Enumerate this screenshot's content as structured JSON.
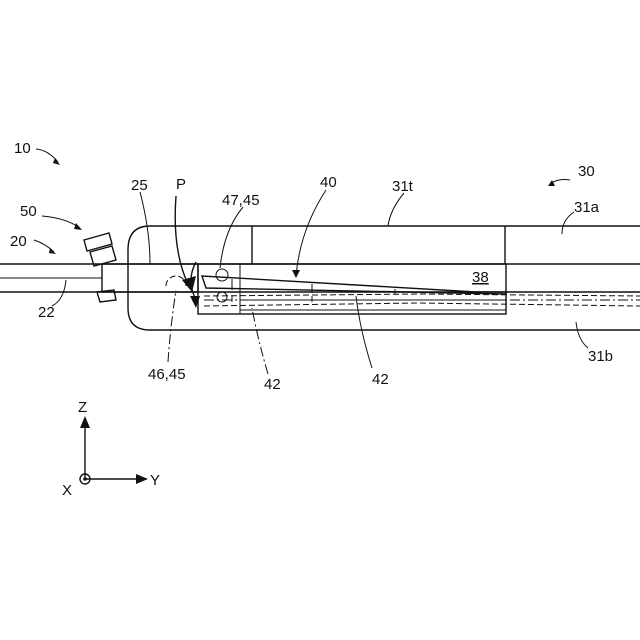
{
  "labels": {
    "assembly": "10",
    "housing": "30",
    "body_part": "20",
    "cable": "22",
    "connector": "25",
    "lock": "50",
    "push": "P",
    "pivot_upper": "47,45",
    "pivot_lower": "46,45",
    "lever": "40",
    "top_wall": "31t",
    "upper_part": "31a",
    "lower_part": "31b",
    "space": "38",
    "arm_right": "42",
    "arm_left": "42"
  },
  "axes": {
    "z": "Z",
    "x": "X",
    "y": "Y"
  }
}
